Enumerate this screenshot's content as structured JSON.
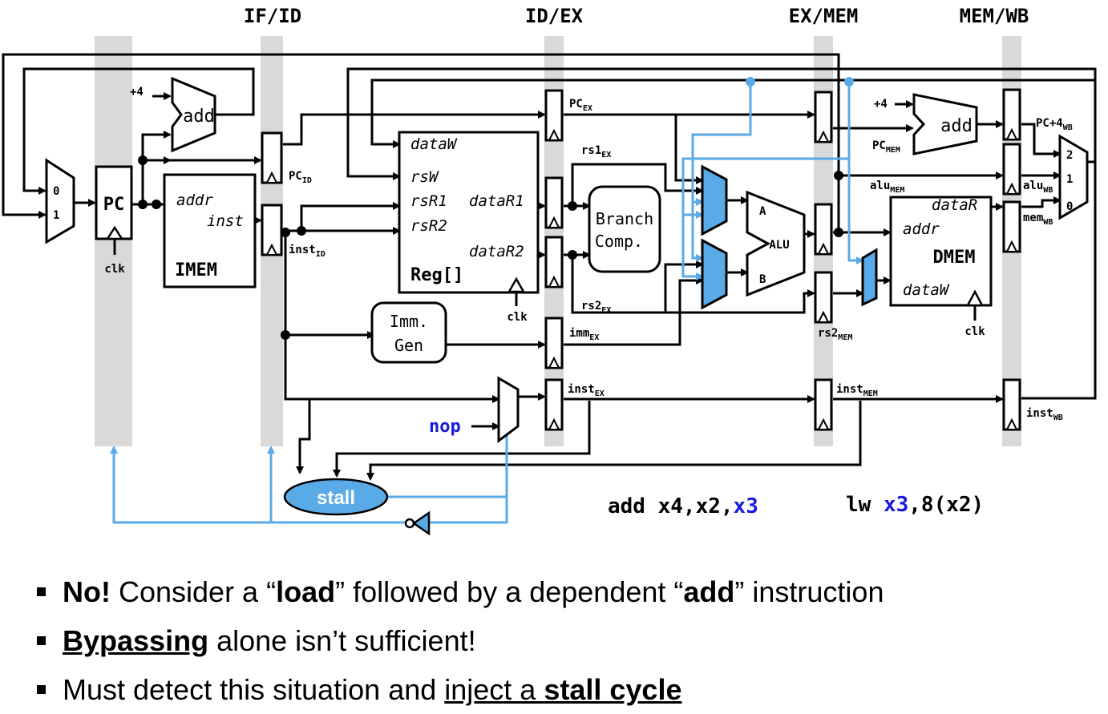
{
  "stages": {
    "ifid": "IF/ID",
    "idex": "ID/EX",
    "exmem": "EX/MEM",
    "memwb": "MEM/WB"
  },
  "blocks": {
    "pc": "PC",
    "clk": "clk",
    "plus4": "+4",
    "add": "add",
    "imem_title": "IMEM",
    "imem_addr": "addr",
    "imem_inst": "inst",
    "reg_title": "Reg[]",
    "reg_dataw": "dataW",
    "reg_rsw": "rsW",
    "reg_rsr1": "rsR1",
    "reg_rsr2": "rsR2",
    "reg_datar1": "dataR1",
    "reg_datar2": "dataR2",
    "branch_l1": "Branch",
    "branch_l2": "Comp.",
    "imm_l1": "Imm.",
    "imm_l2": "Gen",
    "alu": "ALU",
    "alu_a": "A",
    "alu_b": "B",
    "dmem_title": "DMEM",
    "dmem_datar": "dataR",
    "dmem_addr": "addr",
    "dmem_dataw": "dataW",
    "mux_0": "0",
    "mux_1": "1",
    "mux_2": "2",
    "nop": "nop",
    "stall": "stall"
  },
  "signals": {
    "pc_id": "PC",
    "pc_id_sub": "ID",
    "inst_id": "inst",
    "inst_id_sub": "ID",
    "pc_ex": "PC",
    "pc_ex_sub": "EX",
    "rs1_ex": "rs1",
    "rs1_ex_sub": "EX",
    "rs2_ex": "rs2",
    "rs2_ex_sub": "EX",
    "imm_ex": "imm",
    "imm_ex_sub": "EX",
    "inst_ex": "inst",
    "inst_ex_sub": "EX",
    "pc_mem": "PC",
    "pc_mem_sub": "MEM",
    "alu_mem": "alu",
    "alu_mem_sub": "MEM",
    "rs2_mem": "rs2",
    "rs2_mem_sub": "MEM",
    "inst_mem": "inst",
    "inst_mem_sub": "MEM",
    "pc4_wb": "PC+4",
    "pc4_wb_sub": "WB",
    "alu_wb": "alu",
    "alu_wb_sub": "WB",
    "mem_wb": "mem",
    "mem_wb_sub": "WB",
    "inst_wb": "inst",
    "inst_wb_sub": "WB"
  },
  "instr": {
    "add_op": "add x4,x2,",
    "add_reg": "x3",
    "lw_op": "lw ",
    "lw_reg": "x3",
    "lw_rest": ",8(x2)"
  },
  "bullets": {
    "b1_no": "No!",
    "b1_a": " Consider a “",
    "b1_load": "load",
    "b1_b": "” followed by a dependent “",
    "b1_add": "add",
    "b1_c": "” instruction",
    "b2_bypass": "Bypassing",
    "b2_rest": " alone isn’t sufficient!",
    "b3_a": "Must detect this situation and ",
    "b3_inject": "inject a ",
    "b3_stall": "stall cycle"
  },
  "colors": {
    "highlight": "#5aaae8",
    "register_blue": "#1a1adc",
    "stage_gray": "#d9d9d9",
    "wire": "#000000"
  }
}
